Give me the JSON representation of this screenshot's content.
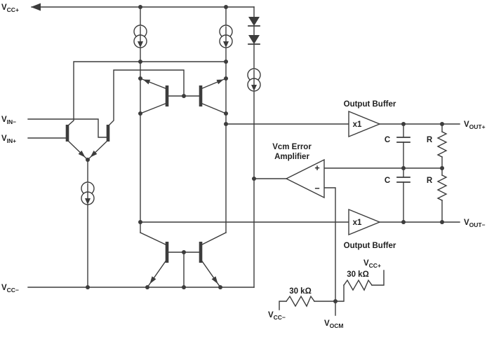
{
  "colors": {
    "wire": "#3c3c3c",
    "text": "#1f1f1f",
    "background": "#ffffff"
  },
  "terminals": {
    "vcc_plus_top": {
      "base": "V",
      "sub": "CC+"
    },
    "vin_minus": {
      "base": "V",
      "sub": "IN−"
    },
    "vin_plus": {
      "base": "V",
      "sub": "IN+"
    },
    "vcc_minus_left": {
      "base": "V",
      "sub": "CC−"
    },
    "vout_plus": {
      "base": "V",
      "sub": "OUT+"
    },
    "vout_minus": {
      "base": "V",
      "sub": "OUT−"
    },
    "vcc_plus_ocm": {
      "base": "V",
      "sub": "CC+"
    },
    "vcc_minus_ocm": {
      "base": "V",
      "sub": "CC−"
    },
    "vocm": {
      "base": "V",
      "sub": "OCM"
    }
  },
  "labels": {
    "output_buffer_top": "Output Buffer",
    "output_buffer_bottom": "Output Buffer",
    "vcm_error_line1": "Vcm Error",
    "vcm_error_line2": "Amplifier",
    "buffer_gain_top": "x1",
    "buffer_gain_bottom": "x1",
    "amp_plus": "+",
    "amp_minus": "−",
    "cap_top": "C",
    "cap_bottom": "C",
    "res_top": "R",
    "res_bottom": "R",
    "res_ocm_left": "30 kΩ",
    "res_ocm_right": "30 kΩ"
  }
}
